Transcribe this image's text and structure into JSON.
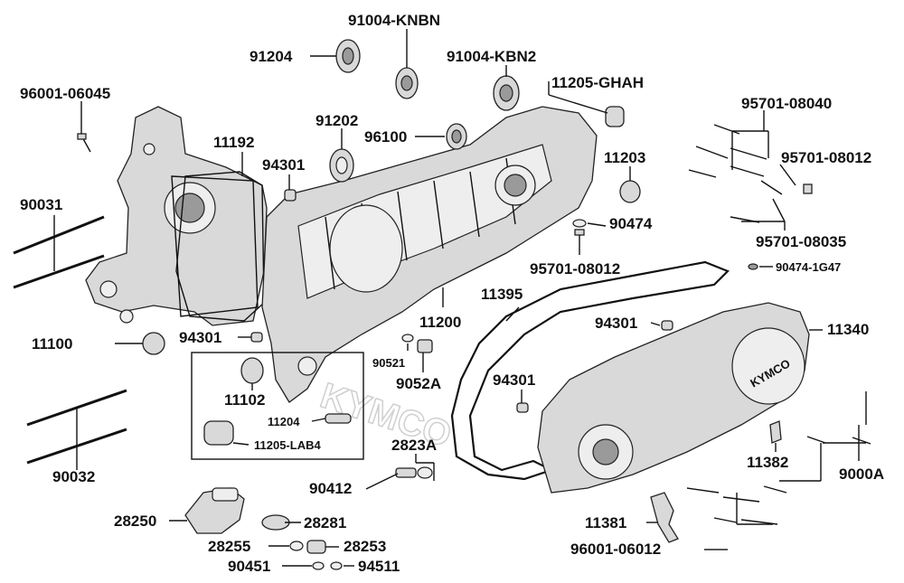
{
  "diagram": {
    "watermark": "KYMCO",
    "brand_mark": "KYMCO",
    "labels": {
      "p91004_knbn": "91004-KNBN",
      "p91204": "91204",
      "p91004_kbn2": "91004-KBN2",
      "p96001_06045": "96001-06045",
      "p11205_ghah": "11205-GHAH",
      "p91202": "91202",
      "p95701_08040": "95701-08040",
      "p11192": "11192",
      "p96100": "96100",
      "p94301_a": "94301",
      "p11203": "11203",
      "p95701_08012_a": "95701-08012",
      "p90031": "90031",
      "p90474": "90474",
      "p95701_08035": "95701-08035",
      "p95701_08012_b": "95701-08012",
      "p90474_1g47": "90474-1G47",
      "p11395": "11395",
      "p11200": "11200",
      "p94301_b": "94301",
      "p11340": "11340",
      "p11100": "11100",
      "p94301_c": "94301",
      "p90521": "90521",
      "p9052a": "9052A",
      "p94301_d": "94301",
      "p11102": "11102",
      "p11204": "11204",
      "p11205_lab4": "11205-LAB4",
      "p2823a": "2823A",
      "p90032": "90032",
      "p11382": "11382",
      "p9000a": "9000A",
      "p90412": "90412",
      "p28250": "28250",
      "p28281": "28281",
      "p11381": "11381",
      "p28255": "28255",
      "p28253": "28253",
      "p96001_06012": "96001-06012",
      "p90451": "90451",
      "p94511": "94511"
    }
  }
}
